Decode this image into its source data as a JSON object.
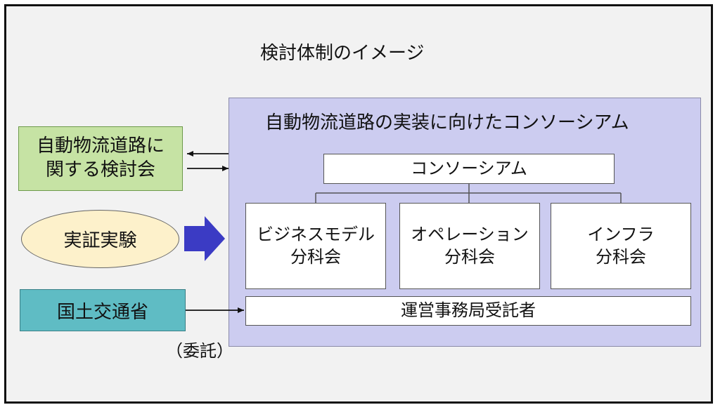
{
  "title": "検討体制のイメージ",
  "consortium": {
    "title": "自動物流道路の実装に向けたコンソーシアム",
    "top_box": "コンソーシアム",
    "subcommittees": [
      "ビジネスモデル\n分科会",
      "オペレーション\n分科会",
      "インフラ\n分科会"
    ],
    "secretariat": "運営事務局受託者"
  },
  "left": {
    "study_group": "自動物流道路に\n関する検討会",
    "demo": "実証実験",
    "ministry": "国土交通省",
    "note": "（委託）"
  },
  "colors": {
    "consortium_bg": "#ccccf0",
    "study_group_bg": "#c6e3a4",
    "demo_bg": "#fdf1cb",
    "ministry_bg": "#5fbcc4",
    "arrow": "#3b3bc4"
  }
}
